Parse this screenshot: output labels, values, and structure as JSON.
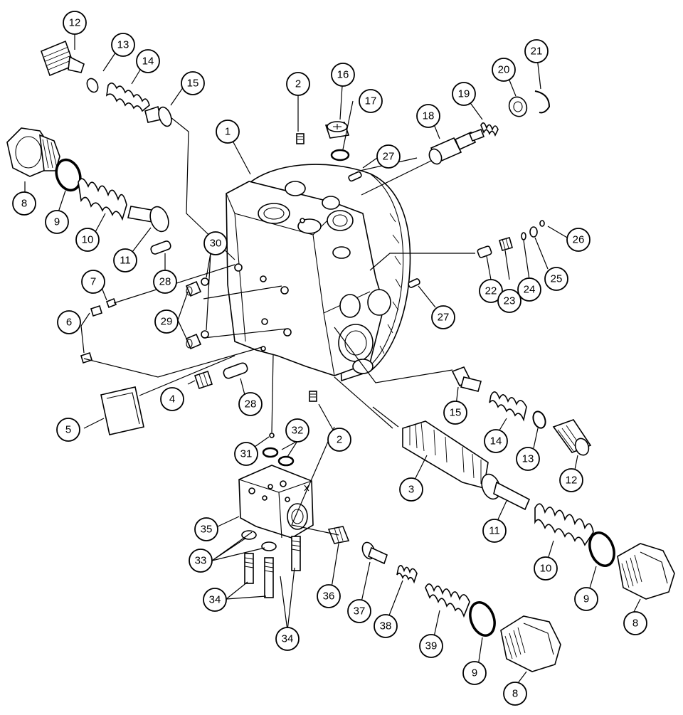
{
  "callouts": [
    {
      "id": "c1",
      "label": "1"
    },
    {
      "id": "c2a",
      "label": "2"
    },
    {
      "id": "c2b",
      "label": "2"
    },
    {
      "id": "c3",
      "label": "3"
    },
    {
      "id": "c4",
      "label": "4"
    },
    {
      "id": "c5",
      "label": "5"
    },
    {
      "id": "c6",
      "label": "6"
    },
    {
      "id": "c7",
      "label": "7"
    },
    {
      "id": "c8a",
      "label": "8"
    },
    {
      "id": "c8b",
      "label": "8"
    },
    {
      "id": "c8c",
      "label": "8"
    },
    {
      "id": "c9a",
      "label": "9"
    },
    {
      "id": "c9b",
      "label": "9"
    },
    {
      "id": "c9c",
      "label": "9"
    },
    {
      "id": "c10a",
      "label": "10"
    },
    {
      "id": "c10b",
      "label": "10"
    },
    {
      "id": "c11a",
      "label": "11"
    },
    {
      "id": "c11b",
      "label": "11"
    },
    {
      "id": "c12a",
      "label": "12"
    },
    {
      "id": "c12b",
      "label": "12"
    },
    {
      "id": "c13a",
      "label": "13"
    },
    {
      "id": "c13b",
      "label": "13"
    },
    {
      "id": "c14a",
      "label": "14"
    },
    {
      "id": "c14b",
      "label": "14"
    },
    {
      "id": "c15a",
      "label": "15"
    },
    {
      "id": "c15b",
      "label": "15"
    },
    {
      "id": "c16",
      "label": "16"
    },
    {
      "id": "c17",
      "label": "17"
    },
    {
      "id": "c18",
      "label": "18"
    },
    {
      "id": "c19",
      "label": "19"
    },
    {
      "id": "c20",
      "label": "20"
    },
    {
      "id": "c21",
      "label": "21"
    },
    {
      "id": "c22",
      "label": "22"
    },
    {
      "id": "c23",
      "label": "23"
    },
    {
      "id": "c24",
      "label": "24"
    },
    {
      "id": "c25",
      "label": "25"
    },
    {
      "id": "c26",
      "label": "26"
    },
    {
      "id": "c27a",
      "label": "27"
    },
    {
      "id": "c27b",
      "label": "27"
    },
    {
      "id": "c28a",
      "label": "28"
    },
    {
      "id": "c28b",
      "label": "28"
    },
    {
      "id": "c29",
      "label": "29"
    },
    {
      "id": "c30",
      "label": "30"
    },
    {
      "id": "c31",
      "label": "31"
    },
    {
      "id": "c32",
      "label": "32"
    },
    {
      "id": "c33",
      "label": "33"
    },
    {
      "id": "c34a",
      "label": "34"
    },
    {
      "id": "c34b",
      "label": "34"
    },
    {
      "id": "c35",
      "label": "35"
    },
    {
      "id": "c36",
      "label": "36"
    },
    {
      "id": "c37",
      "label": "37"
    },
    {
      "id": "c38",
      "label": "38"
    },
    {
      "id": "c39",
      "label": "39"
    }
  ]
}
